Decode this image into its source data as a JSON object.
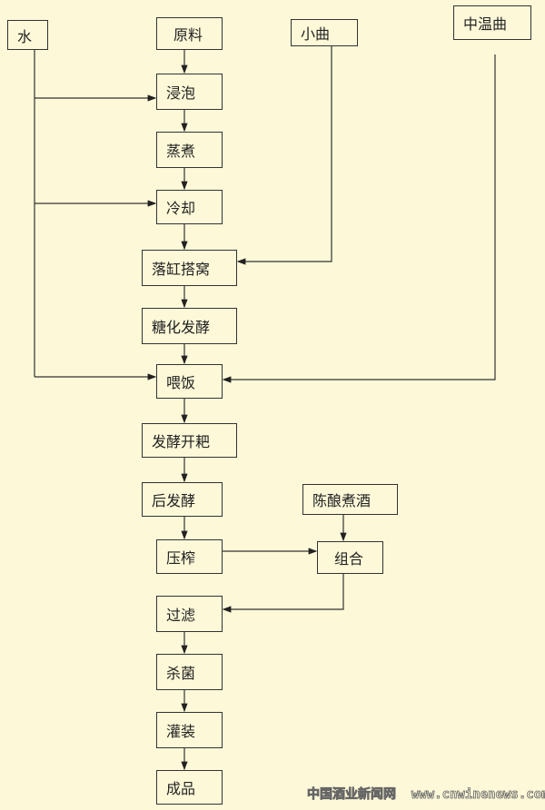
{
  "nodes": {
    "water": "水",
    "raw": "原料",
    "xiaoqu": "小曲",
    "zhongwenqu": "中温曲",
    "soak": "浸泡",
    "steam": "蒸煮",
    "cool": "冷却",
    "vat": "落缸搭窝",
    "saccharify": "糖化发酵",
    "feed": "喂饭",
    "rake": "发酵开耙",
    "postferment": "后发酵",
    "aged": "陈酿煮酒",
    "press": "压榨",
    "blend": "组合",
    "filter": "过滤",
    "sterilize": "杀菌",
    "fill": "灌装",
    "product": "成品"
  },
  "watermark": "中国酒业新闻网  www.cnwinenews.com",
  "colors": {
    "background": "#fdf8d8",
    "line": "#333333"
  }
}
